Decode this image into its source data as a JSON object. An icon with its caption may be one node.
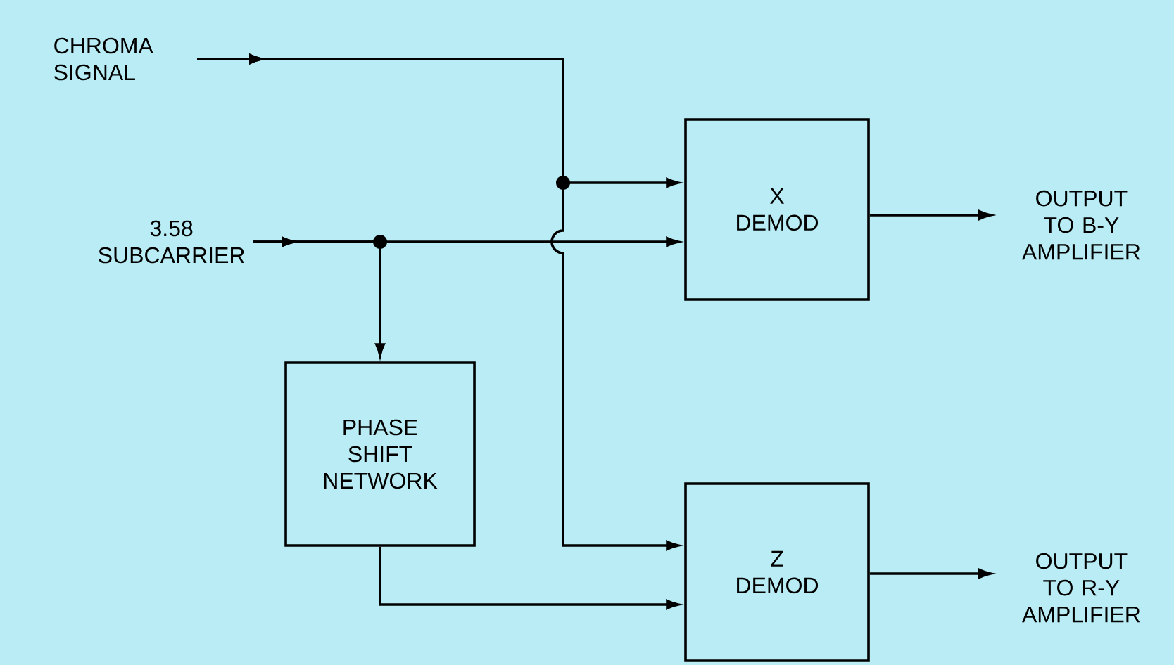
{
  "diagram": {
    "nodes": [
      {
        "text": [
          "CHROMA SIGNAL"
        ]
      },
      {
        "text": [
          "3.58 SUBCARRIER"
        ]
      },
      {
        "text": [
          "X DEMOD"
        ]
      },
      {
        "text": [
          "PHASE SHIFT NETWORK"
        ]
      },
      {
        "text": [
          "Z DEMOD"
        ]
      },
      {
        "text": [
          "OUTPUT TO B-Y AMPLIFIER"
        ]
      },
      {
        "text": [
          "OUTPUT TO R-Y AMPLIFIER"
        ]
      }
    ],
    "edges": [
      {
        "from": 0,
        "to": 2,
        "arrow": "to"
      },
      {
        "from": 0,
        "to": 4,
        "arrow": "to"
      },
      {
        "from": 1,
        "to": 2,
        "arrow": "to"
      },
      {
        "from": 1,
        "to": 3,
        "arrow": "to"
      },
      {
        "from": 3,
        "to": 4,
        "arrow": "to"
      },
      {
        "from": 2,
        "to": 5,
        "arrow": "to"
      },
      {
        "from": 4,
        "to": 6,
        "arrow": "to"
      }
    ]
  }
}
